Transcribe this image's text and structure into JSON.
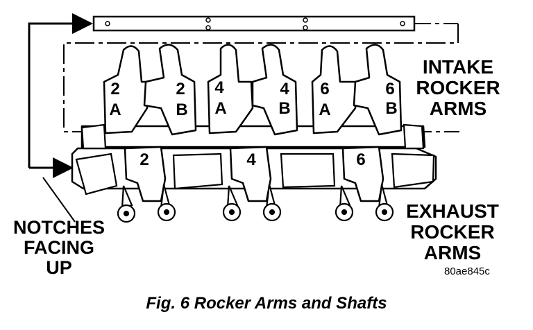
{
  "callouts": {
    "intake": [
      "INTAKE",
      "ROCKER",
      "ARMS"
    ],
    "exhaust": [
      "EXHAUST",
      "ROCKER",
      "ARMS"
    ],
    "notches": [
      "NOTCHES",
      "FACING",
      "UP"
    ]
  },
  "intake_arms": [
    {
      "number": "2",
      "letter": "A"
    },
    {
      "number": "2",
      "letter": "B"
    },
    {
      "number": "4",
      "letter": "A"
    },
    {
      "number": "4",
      "letter": "B"
    },
    {
      "number": "6",
      "letter": "A"
    },
    {
      "number": "6",
      "letter": "B"
    }
  ],
  "exhaust_arms": [
    {
      "number": "2"
    },
    {
      "number": "4"
    },
    {
      "number": "6"
    }
  ],
  "figure_code": "80ae845c",
  "caption": "Fig. 6 Rocker Arms and Shafts"
}
